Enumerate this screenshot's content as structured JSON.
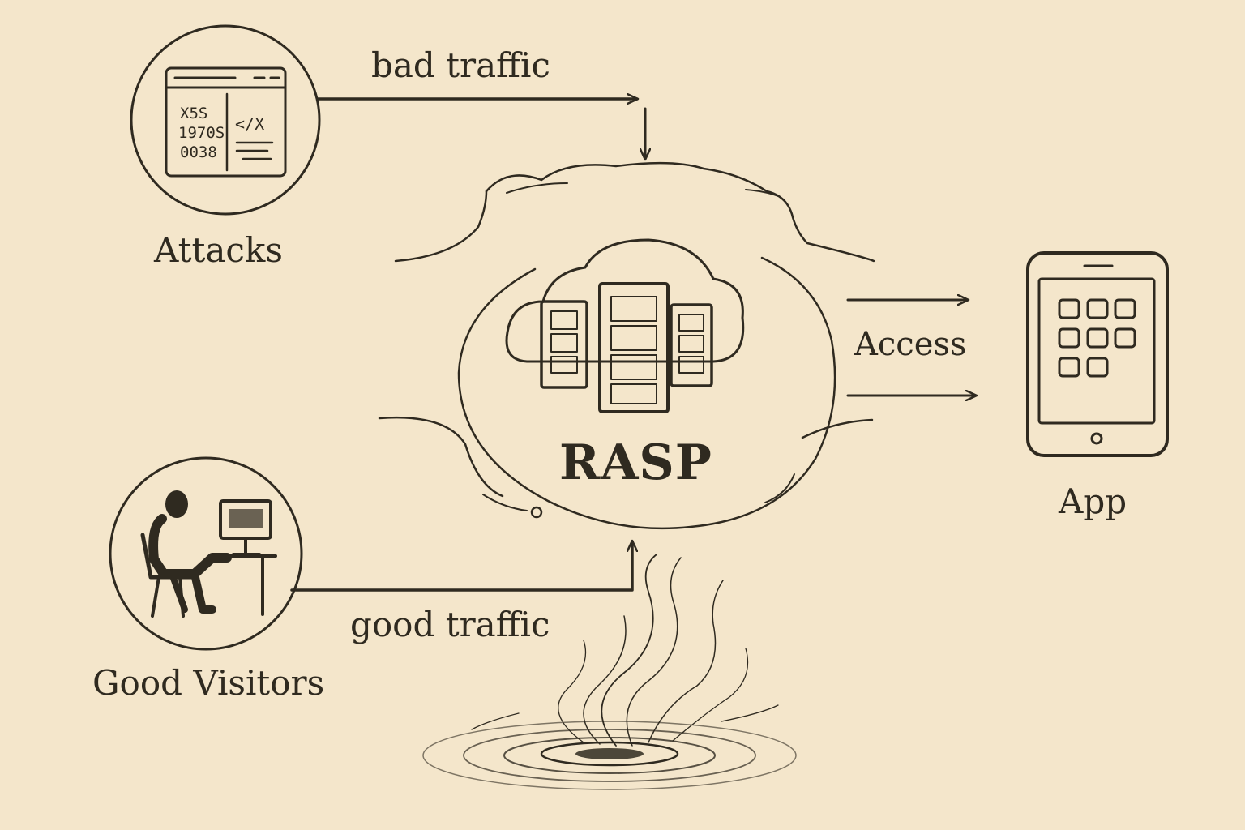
{
  "labels": {
    "bad_traffic": "bad traffic",
    "attacks": "Attacks",
    "good_traffic": "good traffic",
    "good_visitors": "Good Visitors",
    "rasp": "RASP",
    "access": "Access",
    "app": "App"
  },
  "attack_window": {
    "code_lines": [
      "X5S",
      "1970S",
      "0038"
    ],
    "code_tag": "</X"
  },
  "colors": {
    "background": "#f4e6cb",
    "ink": "#2f2a20"
  },
  "icons": [
    "browser-window-icon",
    "person-at-computer-icon",
    "cloud-server-icon",
    "tablet-icon",
    "vortex-swirl-icon"
  ]
}
